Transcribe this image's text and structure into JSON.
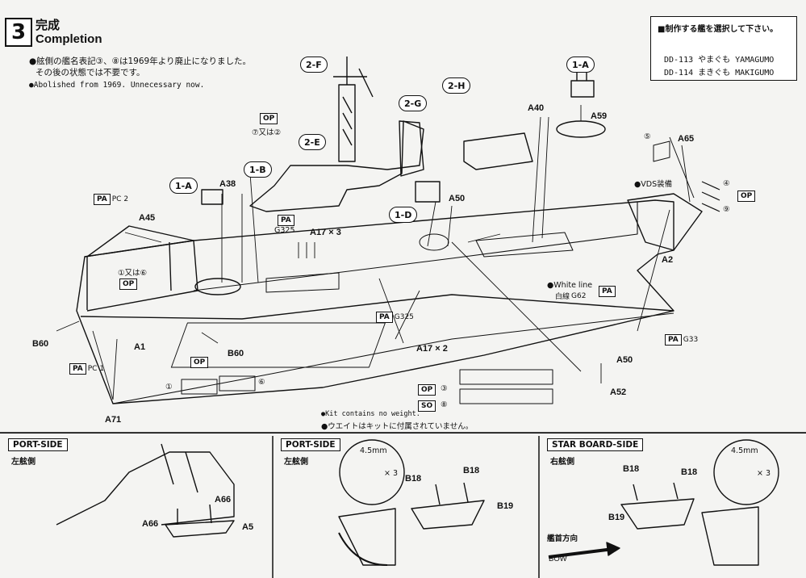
{
  "step": {
    "number": "3",
    "title_jp": "完成",
    "title_en": "Completion"
  },
  "notes": {
    "hull_marking_jp_1": "●舷側の艦名表記③、⑧は1969年より廃止になりました。",
    "hull_marking_jp_2": "その後の状態では不要です。",
    "hull_marking_en": "●Abolished from 1969. Unnecessary now.",
    "weight_en": "●Kit contains no weight.",
    "weight_jp": "●ウエイトはキットに付属されていません。"
  },
  "ship_select": {
    "heading": "■制作する艦を選択して下さい。",
    "ships": [
      {
        "label": "DD-113 やまぐも YAMAGUMO"
      },
      {
        "label": "DD-114 まきぐも MAKIGUMO"
      }
    ]
  },
  "callouts": {
    "c_2f": "2-F",
    "c_2g": "2-G",
    "c_2h": "2-H",
    "c_1a_top": "1-A",
    "c_2e": "2-E",
    "c_1b": "1-B",
    "c_1a_left": "1-A",
    "c_1d": "1-D"
  },
  "parts": {
    "a40": "A40",
    "a59": "A59",
    "a65": "A65",
    "a38": "A38",
    "a50_top": "A50",
    "a45": "A45",
    "a2": "A2",
    "a17x3": "A17 × 3",
    "a17x2": "A17 × 2",
    "b60_left": "B60",
    "b60_mid": "B60",
    "a1": "A1",
    "a71": "A71",
    "a50_right": "A50",
    "a52": "A52"
  },
  "tags": {
    "op_top": "OP",
    "op_top_sub": "⑦又は②",
    "pa_pc2": "PA",
    "pc2": "PC 2",
    "op_bow_sub": "①又は⑥",
    "op_bow": "OP",
    "pa_g325_deck": "PA",
    "g325_deck": "G325",
    "pa_g325_mid": "PA",
    "g325_mid": "G325",
    "vds": "●VDS装備",
    "op_right": "OP",
    "white_line_en": "●White line",
    "white_line_jp": "白線",
    "pa_g62": "PA",
    "g62": "G62",
    "pa_g33": "PA",
    "g33": "G33",
    "pa_pc1": "PA",
    "pc1": "PC 1",
    "op_hull": "OP",
    "op3": "OP",
    "so8": "SO",
    "circ1": "①",
    "circ6": "⑥",
    "circ3": "③",
    "circ8": "⑧",
    "circ4": "④",
    "circ9": "⑨",
    "circ5": "⑤"
  },
  "panels": {
    "p1": {
      "label": "PORT-SIDE",
      "sub": "左舷側",
      "parts": {
        "a66_a": "A66",
        "a66_b": "A66",
        "a5": "A5"
      }
    },
    "p2": {
      "label": "PORT-SIDE",
      "sub": "左舷側",
      "dim": "4.5mm",
      "mult": "× 3",
      "parts": {
        "b18_a": "B18",
        "b18_b": "B18",
        "b19": "B19"
      }
    },
    "p3": {
      "label": "STAR BOARD-SIDE",
      "sub": "右舷側",
      "dim": "4.5mm",
      "mult": "× 3",
      "parts": {
        "b18_a": "B18",
        "b18_b": "B18",
        "b19": "B19"
      },
      "bow_jp": "艦首方向",
      "bow_en": "BOW"
    }
  }
}
